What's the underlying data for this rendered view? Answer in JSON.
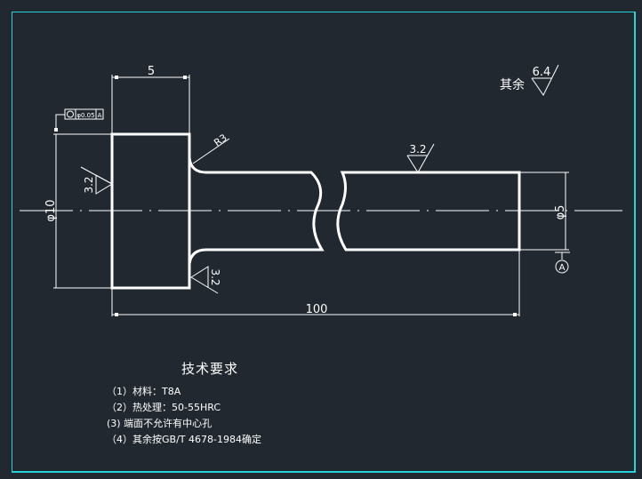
{
  "drawing": {
    "background_color": "#212830",
    "border_color": "#22d3dc",
    "line_color": "#ffffff",
    "dimensions": {
      "head_length": "5",
      "total_length": "100",
      "head_diameter": "φ10",
      "shaft_diameter": "φ5",
      "fillet_radius": "R3"
    },
    "surface_roughness": {
      "head_left_face": "3.2",
      "head_right_face": "3.2",
      "shaft_surface": "3.2",
      "general": "6.4",
      "general_label": "其余"
    },
    "geometric_tolerance": {
      "symbol": "circular-runout",
      "value": "φ0.05",
      "datum": "A"
    },
    "datum_label": "A"
  },
  "technical_requirements": {
    "title": "技术要求",
    "items": [
      "（1）材料：T8A",
      "（2）热处理：50-55HRC",
      "(3) 端面不允许有中心孔",
      "（4）其余按GB/T 4678-1984确定"
    ]
  }
}
